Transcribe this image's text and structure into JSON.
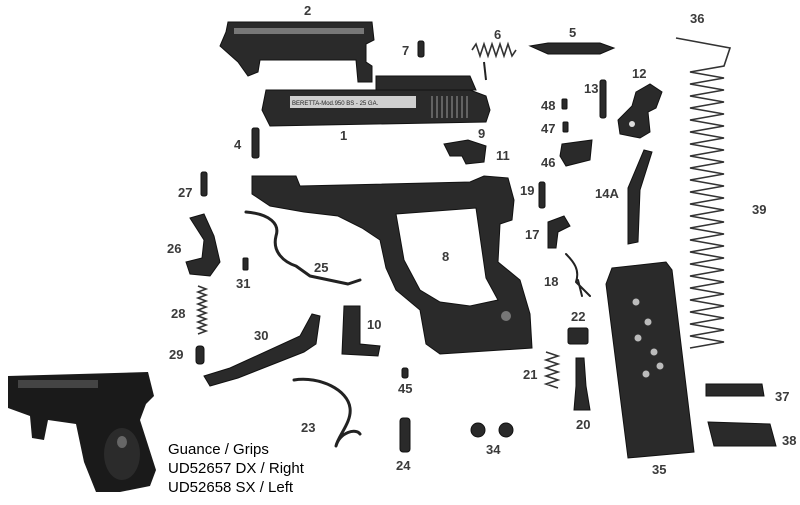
{
  "diagram": {
    "slide_marking": "BERETTA-Mod.950 BS - 25 GA.",
    "parts": [
      {
        "id": "1",
        "label": "1"
      },
      {
        "id": "2",
        "label": "2"
      },
      {
        "id": "4",
        "label": "4"
      },
      {
        "id": "5",
        "label": "5"
      },
      {
        "id": "6",
        "label": "6"
      },
      {
        "id": "7",
        "label": "7"
      },
      {
        "id": "8",
        "label": "8"
      },
      {
        "id": "9",
        "label": "9"
      },
      {
        "id": "10",
        "label": "10"
      },
      {
        "id": "11",
        "label": "11"
      },
      {
        "id": "12",
        "label": "12"
      },
      {
        "id": "13",
        "label": "13"
      },
      {
        "id": "14A",
        "label": "14A"
      },
      {
        "id": "17",
        "label": "17"
      },
      {
        "id": "18",
        "label": "18"
      },
      {
        "id": "19",
        "label": "19"
      },
      {
        "id": "20",
        "label": "20"
      },
      {
        "id": "21",
        "label": "21"
      },
      {
        "id": "22",
        "label": "22"
      },
      {
        "id": "23",
        "label": "23"
      },
      {
        "id": "24",
        "label": "24"
      },
      {
        "id": "25",
        "label": "25"
      },
      {
        "id": "26",
        "label": "26"
      },
      {
        "id": "27",
        "label": "27"
      },
      {
        "id": "28",
        "label": "28"
      },
      {
        "id": "29",
        "label": "29"
      },
      {
        "id": "30",
        "label": "30"
      },
      {
        "id": "31",
        "label": "31"
      },
      {
        "id": "34",
        "label": "34"
      },
      {
        "id": "35",
        "label": "35"
      },
      {
        "id": "36",
        "label": "36"
      },
      {
        "id": "37",
        "label": "37"
      },
      {
        "id": "38",
        "label": "38"
      },
      {
        "id": "39",
        "label": "39"
      },
      {
        "id": "45",
        "label": "45"
      },
      {
        "id": "46",
        "label": "46"
      },
      {
        "id": "47",
        "label": "47"
      },
      {
        "id": "48",
        "label": "48"
      }
    ],
    "caption": {
      "line1": "Guance / Grips",
      "line2": "UD52657  DX / Right",
      "line3": "UD52658  SX / Left"
    }
  }
}
